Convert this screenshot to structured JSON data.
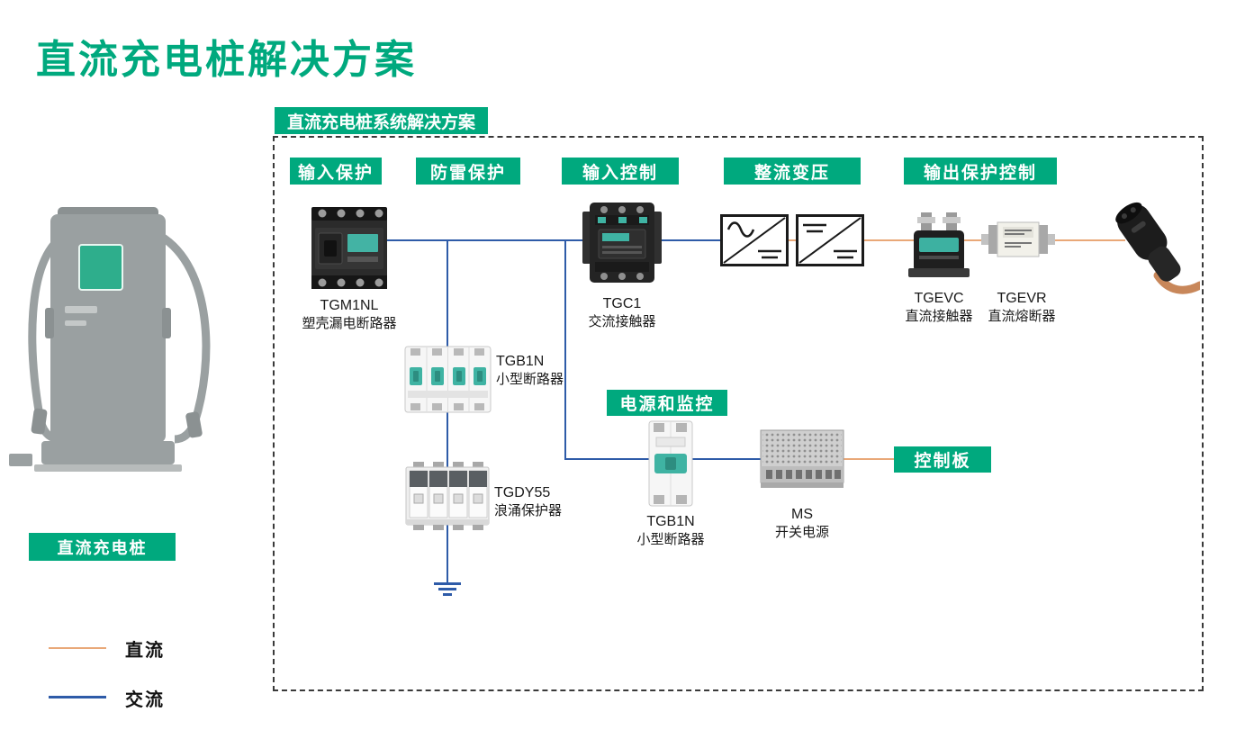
{
  "title": "直流充电桩解决方案",
  "panel": {
    "header": "直流充电桩系统解决方案",
    "stages": {
      "input_protection": "输入保护",
      "surge_protection": "防雷保护",
      "input_control": "输入控制",
      "rectification": "整流变压",
      "output_protection": "输出保护控制",
      "power_monitoring": "电源和监控",
      "control_board": "控制板"
    },
    "components": {
      "tgm1nl": {
        "model": "TGM1NL",
        "desc": "塑壳漏电断路器"
      },
      "tgb1n_main": {
        "model": "TGB1N",
        "desc": "小型断路器"
      },
      "tgdy55": {
        "model": "TGDY55",
        "desc": "浪涌保护器"
      },
      "tgc1": {
        "model": "TGC1",
        "desc": "交流接触器"
      },
      "tgevc": {
        "model": "TGEVC",
        "desc": "直流接触器"
      },
      "tgevr": {
        "model": "TGEVR",
        "desc": "直流熔断器"
      },
      "tgb1n_aux": {
        "model": "TGB1N",
        "desc": "小型断路器"
      },
      "ms": {
        "model": "MS",
        "desc": "开关电源"
      }
    }
  },
  "sidebar": {
    "pile_label": "直流充电桩"
  },
  "legend": {
    "dc_label": "直流",
    "ac_label": "交流"
  },
  "colors": {
    "brand_green": "#00A97E",
    "ac_blue": "#2E5BA8",
    "dc_orange": "#E9A878"
  }
}
